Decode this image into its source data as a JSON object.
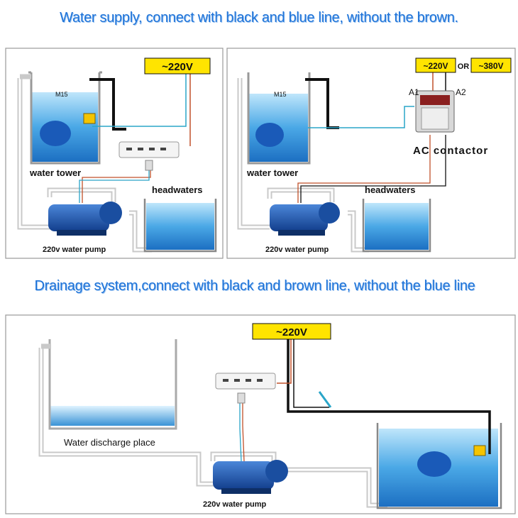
{
  "headings": {
    "supply": "Water supply, connect with black and blue line, without the brown.",
    "drainage": "Drainage system,connect with black and brown line, without the blue line"
  },
  "panel_supply_a": {
    "voltage": "~220V",
    "float_switch": "M15",
    "tower": "water tower",
    "source": "headwaters",
    "pump": "220v water pump"
  },
  "panel_supply_b": {
    "voltage_1": "~220V",
    "or": "OR",
    "voltage_2": "~380V",
    "float_switch": "M15",
    "terminal_a1": "A1",
    "terminal_a2": "A2",
    "contactor": "AC contactor",
    "tower": "water tower",
    "source": "headwaters",
    "pump": "220v water pump"
  },
  "panel_drain": {
    "voltage": "~220V",
    "discharge": "Water discharge place",
    "pump": "220v water pump"
  },
  "colors": {
    "heading": "#1e73d8",
    "label_box": "#ffe400",
    "water": "#3a9fe0",
    "pump": "#1c55b0",
    "wire_blue": "#2aa5c8",
    "wire_brown": "#c0502a",
    "wire_black": "#111111"
  }
}
